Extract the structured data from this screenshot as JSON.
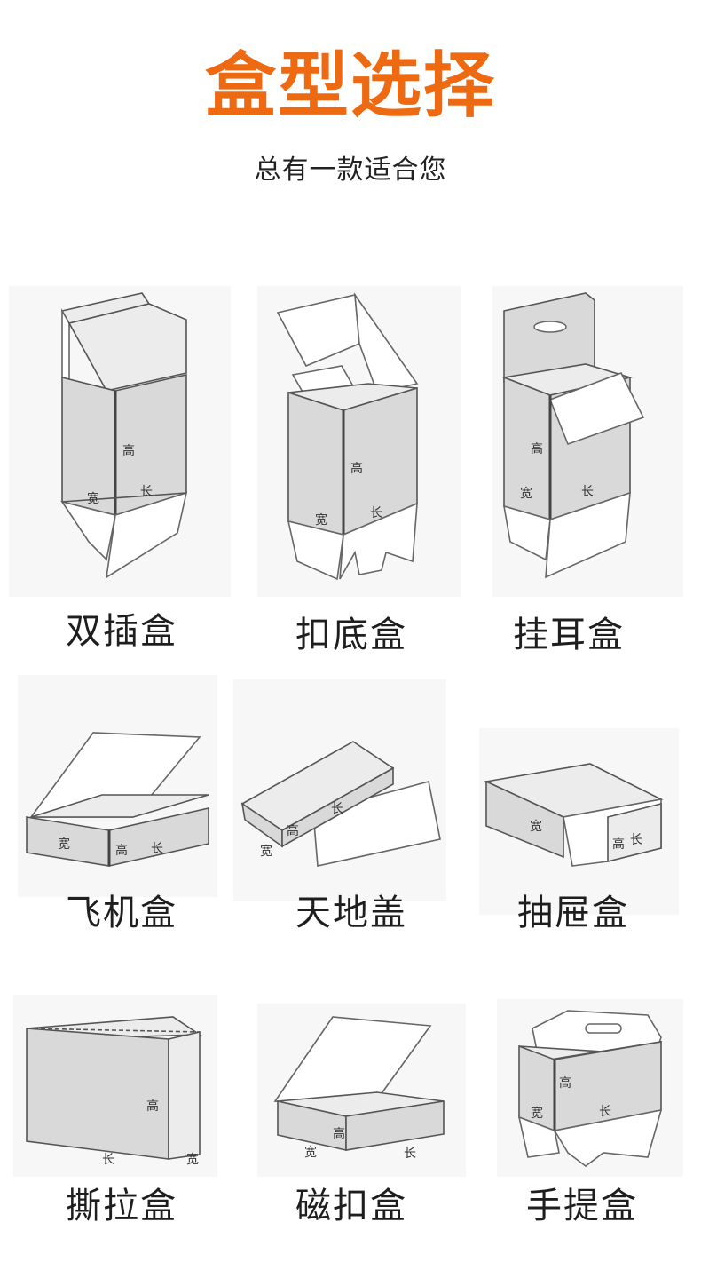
{
  "header": {
    "title": "盒型选择",
    "subtitle": "总有一款适合您"
  },
  "dimension_labels": {
    "height": "高",
    "length": "长",
    "width": "宽"
  },
  "boxes": [
    {
      "label": "双插盒",
      "icon": "tuck-end-box-icon"
    },
    {
      "label": "扣底盒",
      "icon": "lock-bottom-box-icon"
    },
    {
      "label": "挂耳盒",
      "icon": "hanger-box-icon"
    },
    {
      "label": "飞机盒",
      "icon": "mailer-box-icon"
    },
    {
      "label": "天地盖",
      "icon": "lid-and-base-box-icon"
    },
    {
      "label": "抽屉盒",
      "icon": "drawer-box-icon"
    },
    {
      "label": "撕拉盒",
      "icon": "tear-strip-box-icon"
    },
    {
      "label": "磁扣盒",
      "icon": "magnetic-closure-box-icon"
    },
    {
      "label": "手提盒",
      "icon": "handle-box-icon"
    }
  ],
  "colors": {
    "title": "#ee6a12",
    "text": "#1e1e1e",
    "box_face": "#d9d9d9",
    "box_outline": "#555555"
  }
}
